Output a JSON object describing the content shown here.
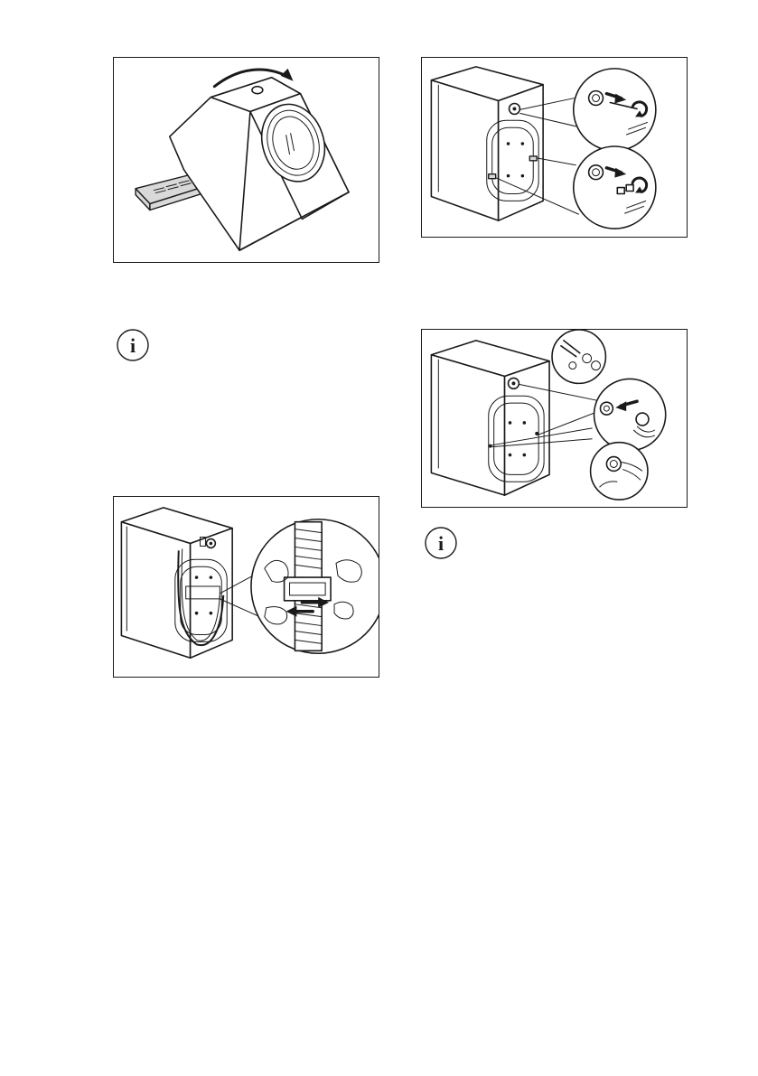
{
  "page": {
    "background": "#ffffff",
    "line_color": "#1a1a1a"
  },
  "figures": [
    {
      "id": "tilt-machine",
      "icon": "washing-machine-tilt-icon"
    },
    {
      "id": "remove-transit-bolts",
      "icon": "transit-bolt-removal-icon"
    },
    {
      "id": "insert-plastic-caps",
      "icon": "plastic-cap-insert-icon"
    },
    {
      "id": "release-hose-clip",
      "icon": "hose-clip-release-icon"
    }
  ],
  "info_icons": [
    {
      "icon": "info-icon",
      "glyph": "i"
    },
    {
      "icon": "info-icon",
      "glyph": "i"
    }
  ]
}
